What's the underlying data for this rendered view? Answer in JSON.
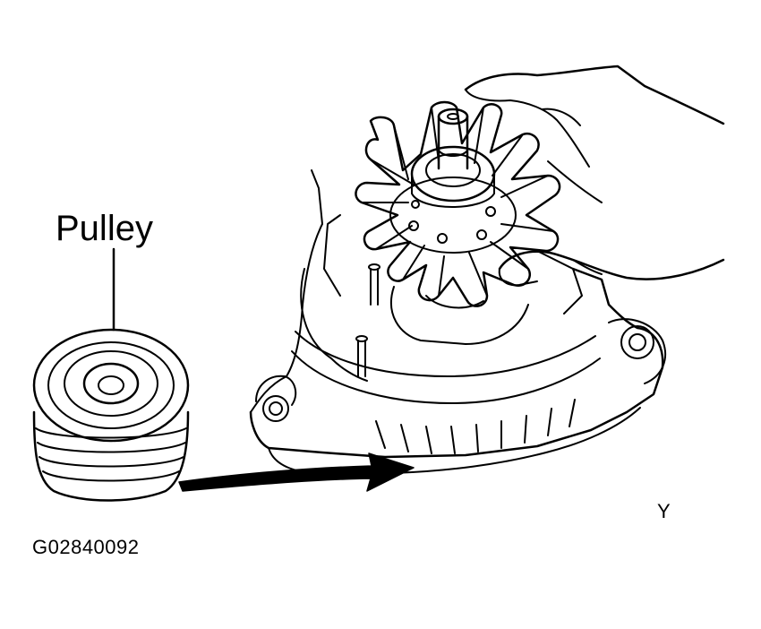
{
  "labels": {
    "pulley": "Pulley",
    "view_letter": "Y",
    "figure_code": "G02840092"
  },
  "icons": {
    "pulley": "pulley-icon",
    "alternator": "alternator-rotor-assembly-icon",
    "hand": "hand-icon",
    "arrow": "install-arrow-icon"
  },
  "colors": {
    "line": "#000000",
    "background": "#ffffff"
  }
}
